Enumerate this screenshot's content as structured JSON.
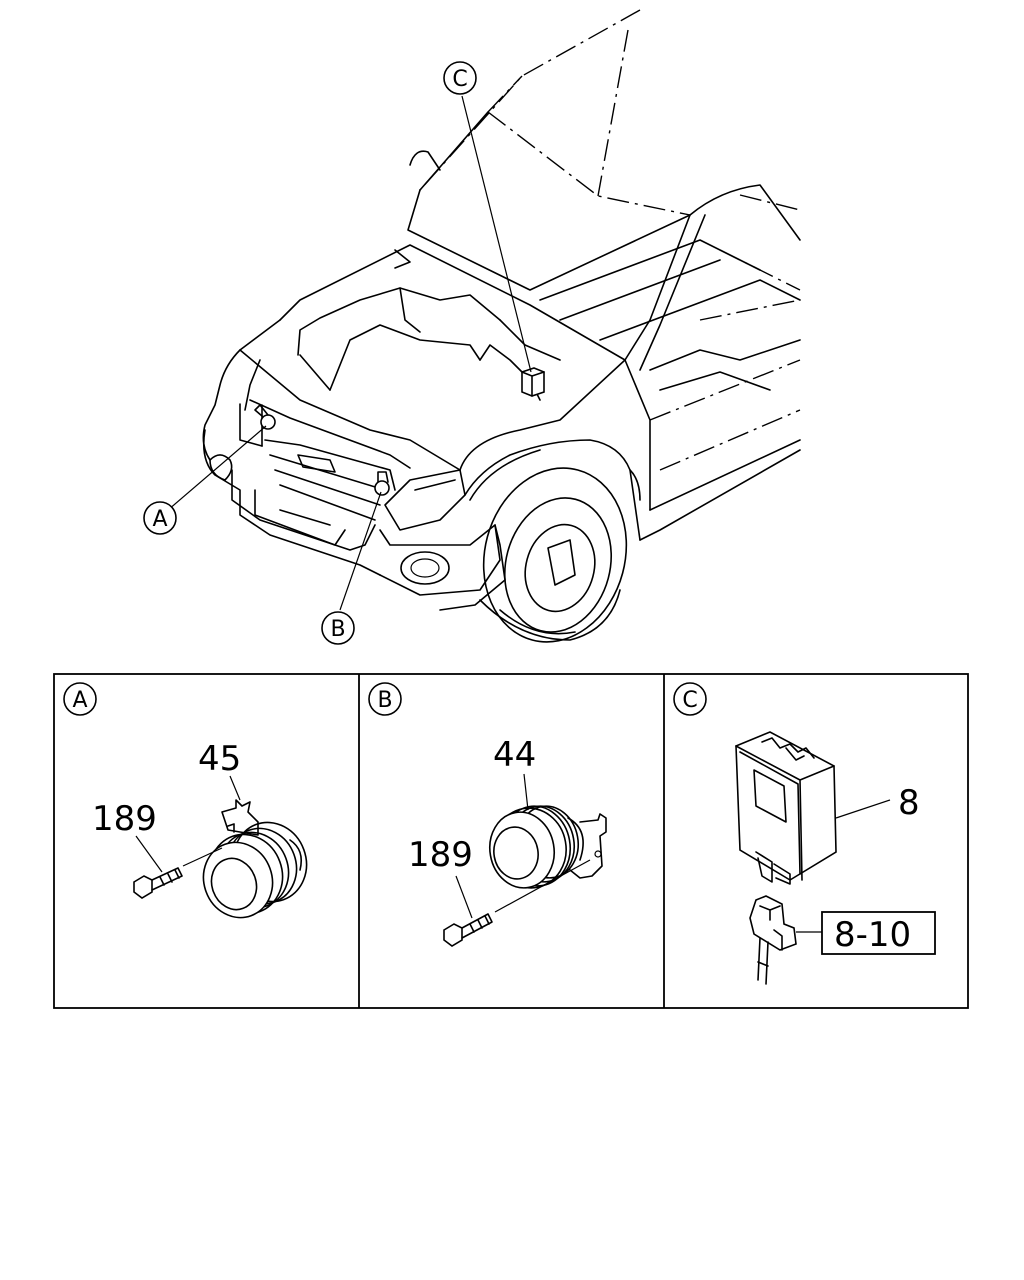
{
  "callouts": {
    "a": "A",
    "b": "B",
    "c": "C"
  },
  "panels": [
    {
      "id": "A",
      "part_main": "45",
      "part_bolt": "189"
    },
    {
      "id": "B",
      "part_main": "44",
      "part_bolt": "189"
    },
    {
      "id": "C",
      "part_main": "8",
      "part_ref": "8-10"
    }
  ]
}
